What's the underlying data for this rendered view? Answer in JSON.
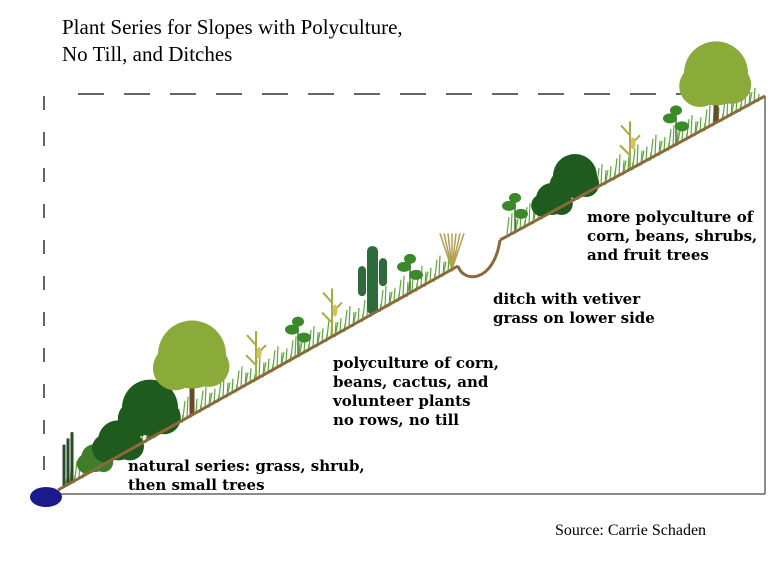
{
  "title": "Plant Series for Slopes with Polyculture,\nNo Till, and Ditches",
  "labels": {
    "natural_series": "natural series: grass, shrub,\nthen small trees",
    "polyculture_lower": "polyculture of corn,\nbeans, cactus, and\nvolunteer plants\nno rows, no till",
    "ditch": "ditch with vetiver\ngrass on lower side",
    "polyculture_upper": "more polyculture of\ncorn, beans, shrubs,\nand fruit trees"
  },
  "source": "Source: Carrie Schaden",
  "colors": {
    "slope_line": "#8a6a3a",
    "outline": "#555555",
    "dashes": "#333333",
    "water": "#1a1a8c",
    "tree_dark": "#1f5a1f",
    "tree_mid": "#3f7d2a",
    "tree_light": "#8aaa3a",
    "grass": "#5aa83a",
    "cactus": "#2f6a3a",
    "corn": "#a0b040",
    "trunk": "#6a4a2a"
  }
}
